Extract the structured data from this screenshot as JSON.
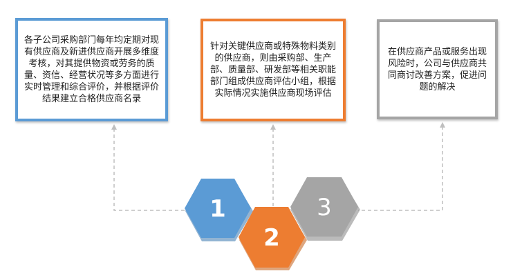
{
  "boxes": [
    {
      "text": "各子公司采购部门每年均定期对现有供应商及新进供应商开展多维度考核，对其提供物资或劳务的质量、资信、经营状况等多方面进行实时管理和综合评价，并根据评价结果建立合格供应商名录",
      "color": "#5b9bd5"
    },
    {
      "text": "针对关键供应商或特殊物料类别的供应商，则由采购部、生产部、质量部、研发部等相关职能部门组成供应商评估小组，根据实际情况实施供应商现场评估",
      "color": "#ed7d31"
    },
    {
      "text": "在供应商产品或服务出现风险时，公司与供应商共同商讨改善方案，促进问题的解决",
      "color": "#a5a5a5"
    }
  ],
  "steps": [
    {
      "label": "1",
      "color": "#5b9bd5"
    },
    {
      "label": "2",
      "color": "#ed7d31"
    },
    {
      "label": "3",
      "color": "#a5a5a5"
    }
  ]
}
